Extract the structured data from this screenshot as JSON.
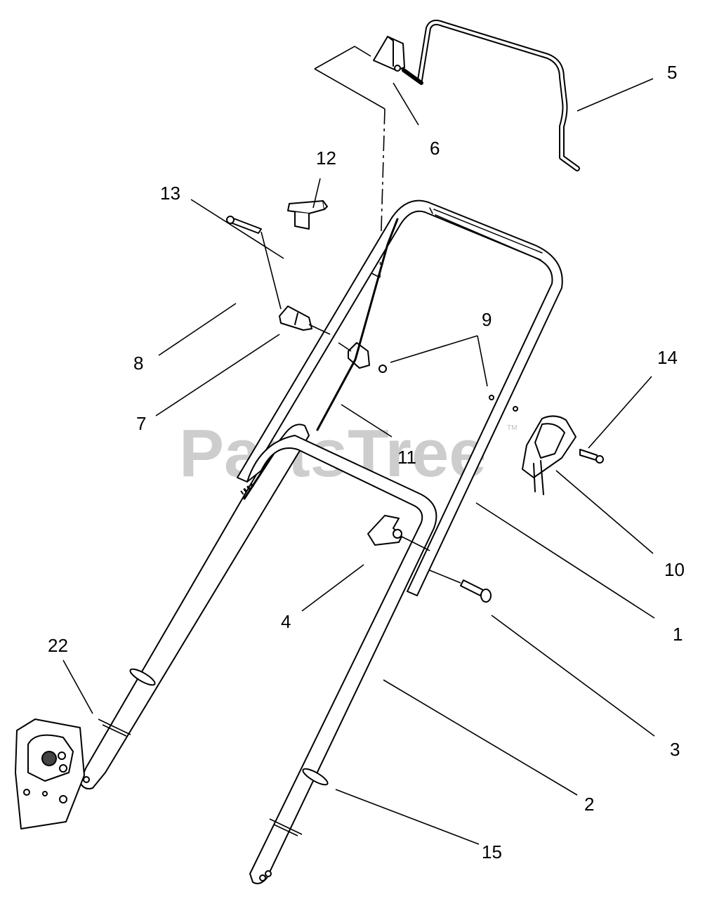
{
  "watermark": {
    "text": "PartsTree",
    "tm": "TM"
  },
  "callouts": {
    "c1": "1",
    "c2": "2",
    "c3": "3",
    "c4": "4",
    "c5": "5",
    "c6": "6",
    "c7": "7",
    "c8": "8",
    "c9": "9",
    "c10": "10",
    "c11": "11",
    "c12": "12",
    "c13": "13",
    "c14": "14",
    "c15": "15",
    "c22": "22"
  }
}
